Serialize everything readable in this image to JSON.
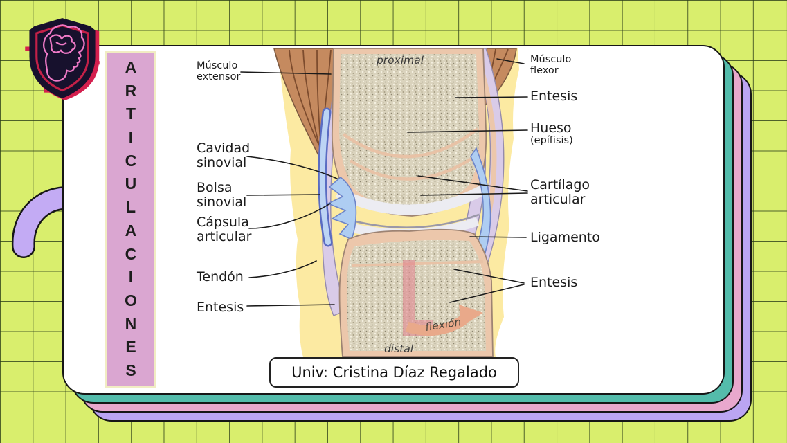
{
  "slide": {
    "title_vertical": "ARTICULACIONES",
    "credit": "Univ: Cristina Díaz Regalado"
  },
  "colors": {
    "background_lime": "#d9ee6d",
    "card_teal": "#54bcab",
    "card_pink": "#e9a8cd",
    "card_purple": "#bba5f2",
    "banner_pink": "#daa6d1",
    "fat_yellow": "#fceaa2",
    "muscle_brown": "#c58a5f",
    "tendon_lavender": "#d9cbe8",
    "synovial_blue": "#aecdf2",
    "bone_cortex_peach": "#ecc7ab",
    "cartilage_white": "#ececf2",
    "arrow_peach": "#e9a98a",
    "logo_neon_pink": "#f07ac8",
    "logo_red": "#d41f4e"
  },
  "logo": {
    "name": "brain-shield-logo"
  },
  "diagram": {
    "type": "knee-joint-sagittal-section",
    "orientation_top": "proximal",
    "orientation_bottom": "distal",
    "motion_arrow": "flexión",
    "labels_left": [
      {
        "id": "musculo-extensor",
        "text": "Músculo extensor"
      },
      {
        "id": "cavidad-sinovial",
        "text": "Cavidad sinovial"
      },
      {
        "id": "bolsa-sinovial",
        "text": "Bolsa sinovial"
      },
      {
        "id": "capsula-articular",
        "text": "Cápsula articular"
      },
      {
        "id": "tendon",
        "text": "Tendón"
      },
      {
        "id": "entesis-izquierda",
        "text": "Entesis"
      }
    ],
    "labels_right": [
      {
        "id": "musculo-flexor",
        "text": "Músculo flexor"
      },
      {
        "id": "entesis-superior",
        "text": "Entesis"
      },
      {
        "id": "hueso",
        "text": "Hueso",
        "sub": "(epífisis)"
      },
      {
        "id": "cartilago-articular",
        "text": "Cartílago articular"
      },
      {
        "id": "ligamento",
        "text": "Ligamento"
      },
      {
        "id": "entesis-inferior",
        "text": "Entesis"
      }
    ]
  }
}
